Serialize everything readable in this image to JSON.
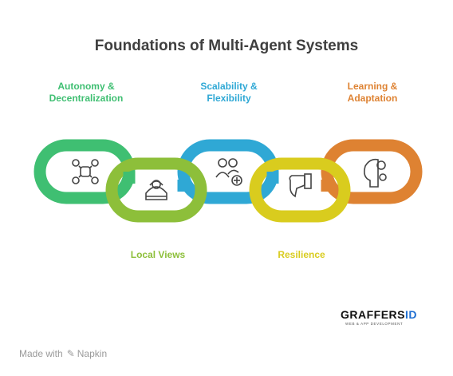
{
  "title": "Foundations of Multi-Agent Systems",
  "nodes": [
    {
      "label": "Autonomy &\nDecentralization",
      "color": "#3fbf72",
      "icon": "drone-icon"
    },
    {
      "label": "Local Views",
      "color": "#8dbf3a",
      "icon": "car-mechanic-icon"
    },
    {
      "label": "Scalability &\nFlexibility",
      "color": "#2fa8d5",
      "icon": "add-user-group-icon"
    },
    {
      "label": "Resilience",
      "color": "#d9cc1e",
      "icon": "thumbs-down-icon"
    },
    {
      "label": "Learning &\nAdaptation",
      "color": "#de8232",
      "icon": "head-gears-icon"
    }
  ],
  "logo": {
    "brand": "GRAFFERS",
    "brand_suffix": "ID",
    "tagline": "WEB & APP DEVELOPMENT"
  },
  "footer": {
    "made_with": "Made with",
    "tool": "Napkin"
  }
}
